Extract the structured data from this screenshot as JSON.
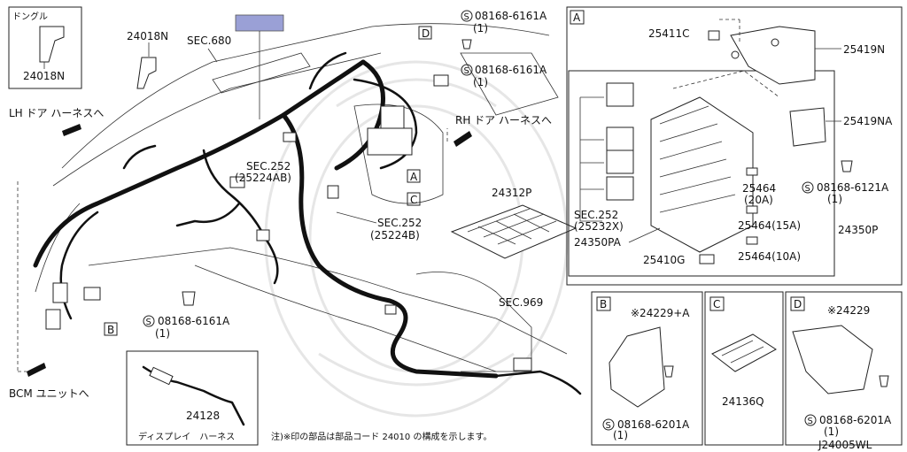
{
  "labels": {
    "dongle": "ドングル",
    "p24018N_a": "24018N",
    "p24018N_b": "24018N",
    "sec680": "SEC.680",
    "lh_door": "LH ドア ハーネスへ",
    "bcm": "BCM ユニットへ",
    "rh_door": "RH ドア ハーネスへ",
    "sec252_a": "SEC.252",
    "sec252_a_sub": "(25224AB)",
    "sec252_b": "SEC.252",
    "sec252_b_sub": "(25224B)",
    "sec969": "SEC.969",
    "p24128": "24128",
    "display_harness": "ディスプレイ　ハーネス",
    "bolt_top1": "08168-6161A",
    "bolt_top1_q": "(1)",
    "bolt_top2": "08168-6161A",
    "bolt_top2_q": "(1)",
    "bolt_left": "08168-6161A",
    "bolt_left_q": "(1)",
    "p24312P": "24312P",
    "tag_A": "A",
    "tag_B": "B",
    "tag_C": "C",
    "tag_D": "D",
    "p25411C": "25411C",
    "p25419N": "25419N",
    "p25419NA": "25419NA",
    "bolt_6121": "08168-6121A",
    "bolt_6121_q": "(1)",
    "p25464_20": "25464",
    "p25464_20_amp": "(20A)",
    "p25464_15": "25464(15A)",
    "p25464_10": "25464(10A)",
    "sec252_c": "SEC.252",
    "sec252_c_sub": "(25232X)",
    "p24350PA": "24350PA",
    "p24350P": "24350P",
    "p25410G": "25410G",
    "p24229A": "※24229+A",
    "bolt_b": "08168-6201A",
    "bolt_b_q": "(1)",
    "p24136Q": "24136Q",
    "p24229": "※24229",
    "bolt_d": "08168-6201A",
    "bolt_d_q": "(1)",
    "note": "注)※印の部品は部品コード 24010 の構成を示します。",
    "drawing_no": "J24005WL",
    "s_mark": "S"
  },
  "colors": {
    "highlight": "#9aa0d6",
    "line": "#111111",
    "watermark": "#e6e6e6"
  }
}
